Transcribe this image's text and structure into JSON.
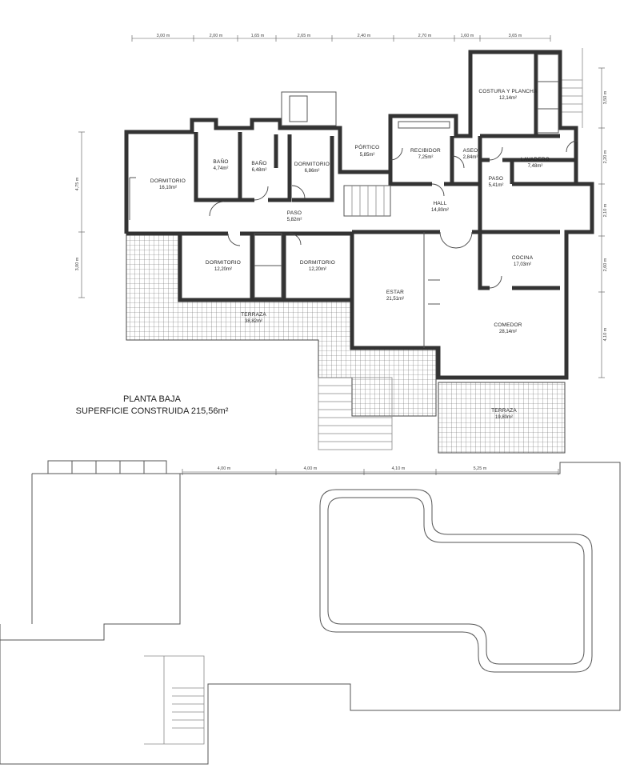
{
  "title": {
    "line1": "PLANTA BAJA",
    "line2": "SUPERFICIE CONSTRUIDA 215,56m²"
  },
  "top_dims": [
    "3,00 m",
    "2,00 m",
    "1,65 m",
    "2,65 m",
    "2,40 m",
    "2,70 m",
    "1,60 m",
    "3,65 m"
  ],
  "left_dims": [
    "4,75 m",
    "3,00 m"
  ],
  "right_dims": [
    "3,50 m",
    "2,20 m",
    "2,10 m",
    "2,60 m",
    "4,10 m"
  ],
  "pool_dims": [
    "4,00 m",
    "4,00 m",
    "4,10 m",
    "5,25 m"
  ],
  "rooms": [
    {
      "id": "dormitorio-1",
      "name": "DORMITORIO",
      "area": "16,10m²"
    },
    {
      "id": "bano-1",
      "name": "BAÑO",
      "area": "4,74m²"
    },
    {
      "id": "bano-2",
      "name": "BAÑO",
      "area": "6,48m²"
    },
    {
      "id": "dormitorio-2",
      "name": "DORMITORIO",
      "area": "6,86m²"
    },
    {
      "id": "portico",
      "name": "PÓRTICO",
      "area": "5,85m²"
    },
    {
      "id": "recibidor",
      "name": "RECIBIDOR",
      "area": "7,25m²"
    },
    {
      "id": "aseo",
      "name": "ASEO",
      "area": "2,84m²"
    },
    {
      "id": "costura",
      "name": "COSTURA Y PLANCHA",
      "area": "12,14m²"
    },
    {
      "id": "lavadero",
      "name": "LAVADERO",
      "area": "7,48m²"
    },
    {
      "id": "paso-1",
      "name": "PASO",
      "area": "5,41m²"
    },
    {
      "id": "hall",
      "name": "HALL",
      "area": "14,80m²"
    },
    {
      "id": "paso-2",
      "name": "PASO",
      "area": "5,82m²"
    },
    {
      "id": "dormitorio-3",
      "name": "DORMITORIO",
      "area": "12,20m²"
    },
    {
      "id": "dormitorio-4",
      "name": "DORMITORIO",
      "area": "12,20m²"
    },
    {
      "id": "cocina",
      "name": "COCINA",
      "area": "17,03m²"
    },
    {
      "id": "estar",
      "name": "ESTAR",
      "area": "21,51m²"
    },
    {
      "id": "comedor",
      "name": "COMEDOR",
      "area": "28,14m²"
    },
    {
      "id": "terraza-1",
      "name": "TERRAZA",
      "area": "38,82m²"
    },
    {
      "id": "terraza-2",
      "name": "TERRAZA",
      "area": "19,80m²"
    }
  ]
}
